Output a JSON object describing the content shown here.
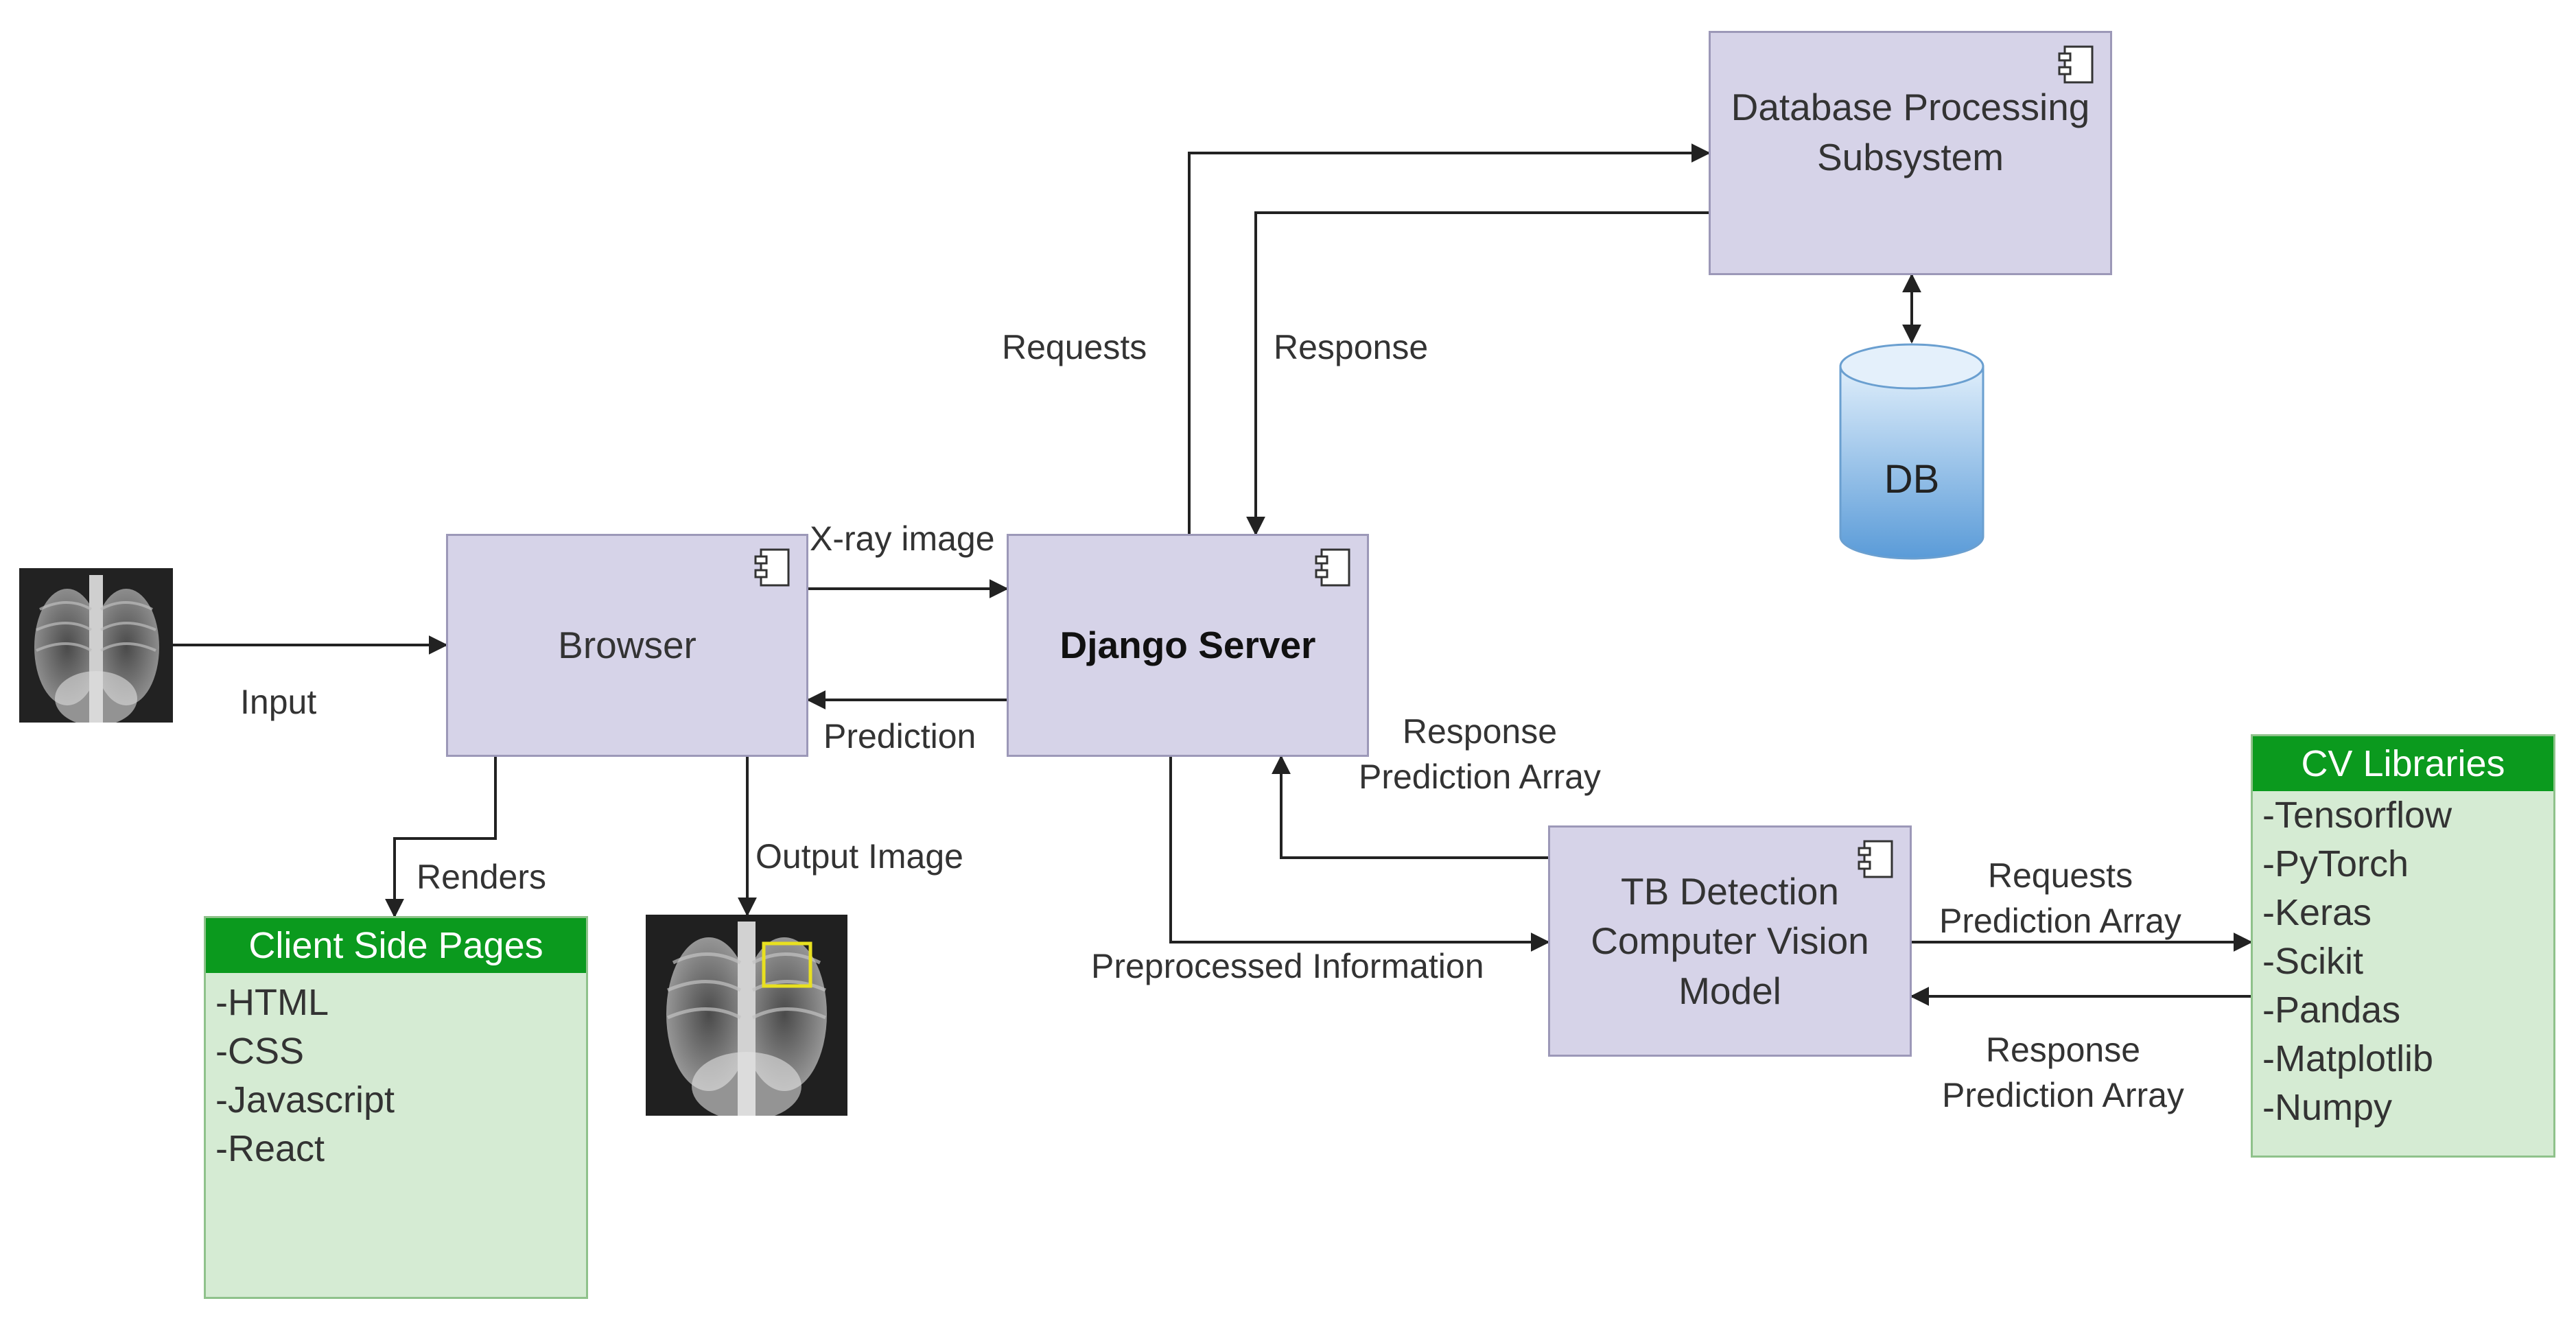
{
  "nodes": {
    "browser": "Browser",
    "django": "Django Server",
    "db_subsystem": "Database Processing\nSubsystem",
    "tb_model": "TB Detection\nComputer Vision\nModel",
    "db": "DB"
  },
  "edge_labels": {
    "input": "Input",
    "xray_image": "X-ray image",
    "prediction": "Prediction",
    "requests_db": "Requests",
    "response_db": "Response",
    "renders": "Renders",
    "output_image": "Output Image",
    "response_prediction_django": "Response\nPrediction Array",
    "preprocessed": "Preprocessed Information",
    "requests_cv": "Requests\nPrediction Array",
    "response_cv": "Response\nPrediction Array"
  },
  "client_pages": {
    "title": "Client Side Pages",
    "items": [
      "-HTML",
      "-CSS",
      "-Javascript",
      "-React"
    ]
  },
  "cv_libraries": {
    "title": "CV Libraries",
    "items": [
      "-Tensorflow",
      "-PyTorch",
      "-Keras",
      "-Scikit",
      "-Pandas",
      "-Matplotlib",
      "-Numpy"
    ]
  },
  "colors": {
    "component_fill": "#d6d3e8",
    "component_border": "#9c98b8",
    "library_header": "#0b9a1e",
    "library_fill": "#d5ebd3",
    "db_fill": "#6fa8dc",
    "connector": "#222222"
  },
  "icons": [
    "component-icon",
    "xray-image",
    "database-cylinder",
    "detection-box"
  ]
}
